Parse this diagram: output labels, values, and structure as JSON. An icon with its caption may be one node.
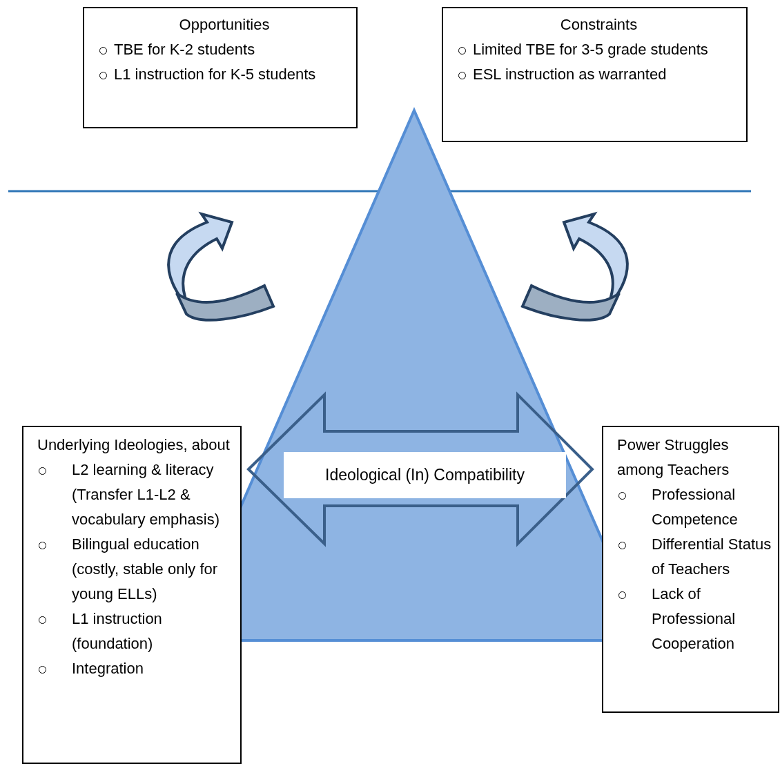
{
  "diagram": {
    "nodes": [
      {
        "text": [
          "Opportunities",
          "TBE for K-2 students",
          "L1 instruction for K-5 students"
        ]
      },
      {
        "text": [
          "Constraints",
          "Limited TBE for 3-5 grade students",
          "ESL instruction as warranted"
        ]
      },
      {
        "text": [
          "Ideological (In) Compatibility"
        ]
      },
      {
        "text": [
          "Underlying Ideologies, about",
          "L2 learning & literacy (Transfer L1-L2 & vocabulary emphasis)",
          "Bilingual education (costly, stable only for young ELLs)",
          "L1 instruction (foundation)",
          "Integration"
        ]
      },
      {
        "text": [
          "Power Struggles among Teachers",
          "Professional Competence",
          "Differential Status of Teachers",
          "Lack of Professional Cooperation"
        ]
      }
    ]
  }
}
